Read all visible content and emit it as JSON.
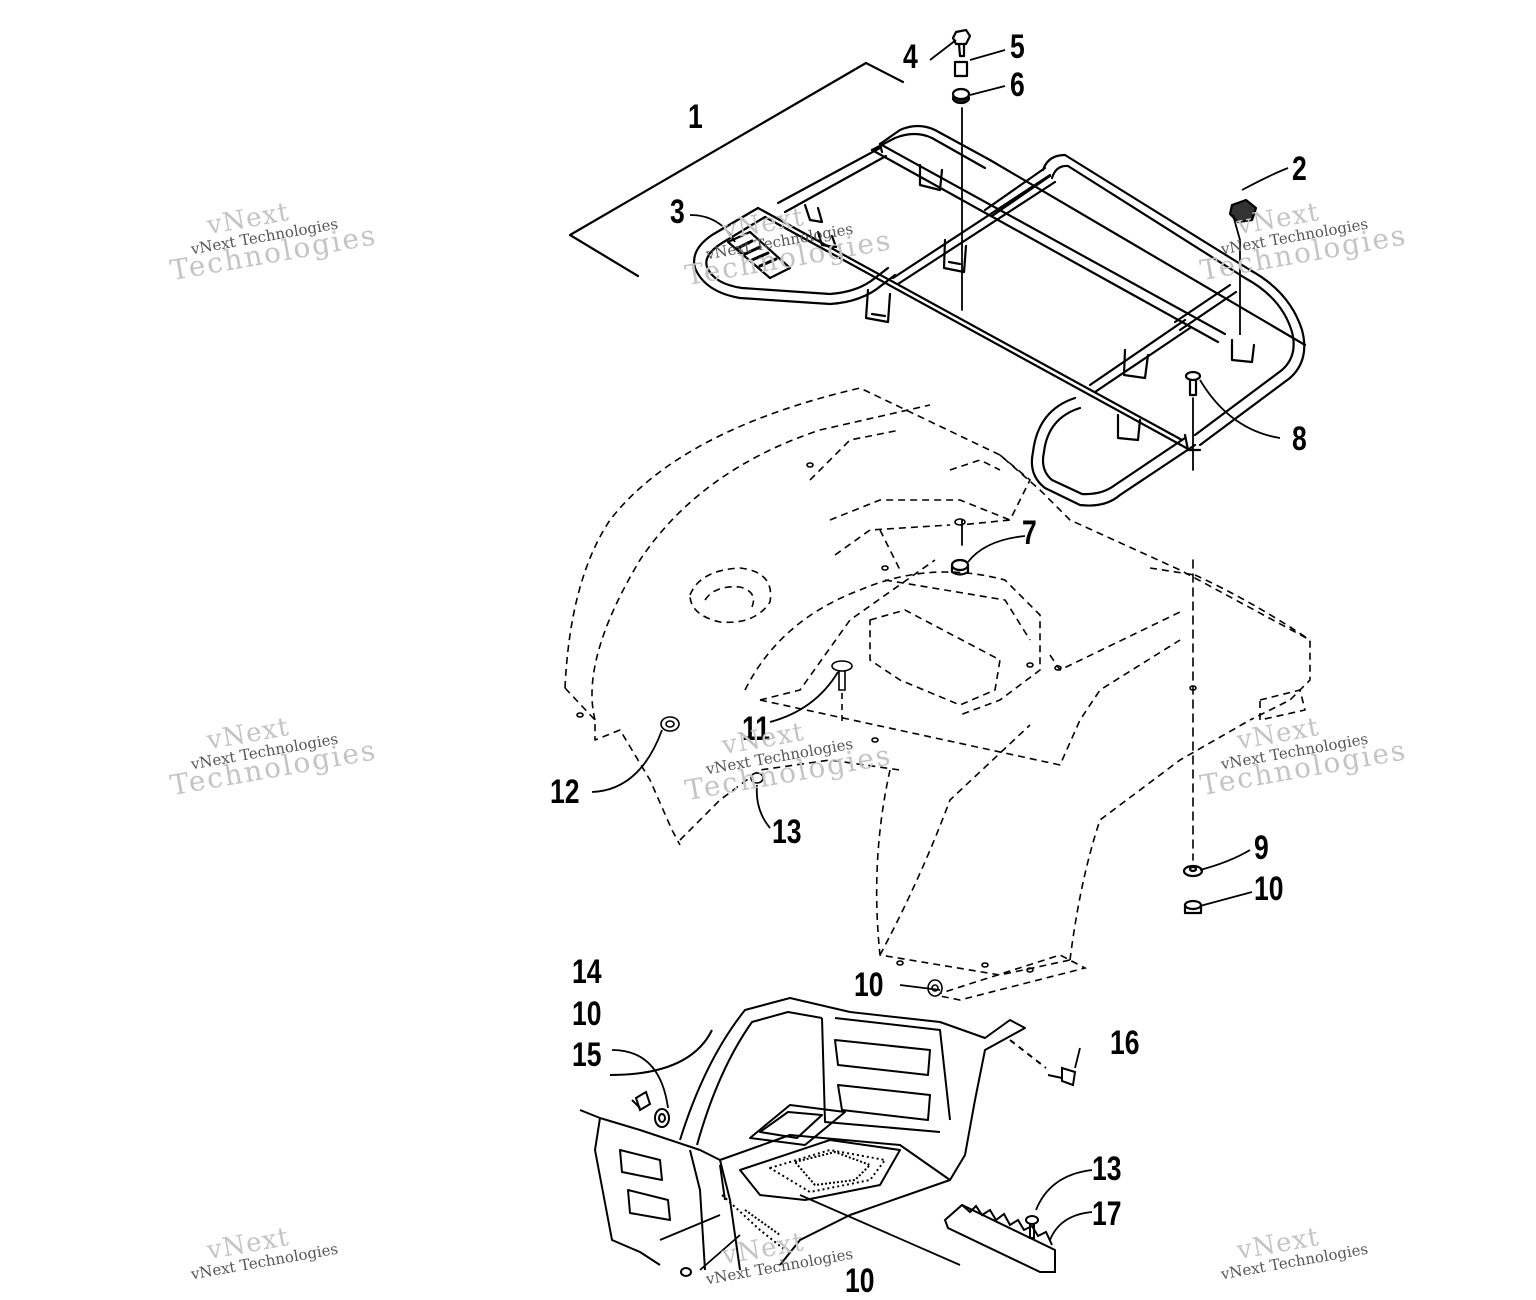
{
  "callouts": {
    "c1": "1",
    "c2": "2",
    "c3": "3",
    "c4": "4",
    "c5": "5",
    "c6": "6",
    "c7": "7",
    "c8": "8",
    "c9": "9",
    "c10a": "10",
    "c10b": "10",
    "c10c": "10",
    "c10d": "10",
    "c11": "11",
    "c12": "12",
    "c13a": "13",
    "c13b": "13",
    "c14": "14",
    "c15": "15",
    "c16": "16",
    "c17": "17"
  },
  "watermark": {
    "line1": "vNext",
    "line2": "vNext Technologies",
    "line3": "Technologies"
  }
}
